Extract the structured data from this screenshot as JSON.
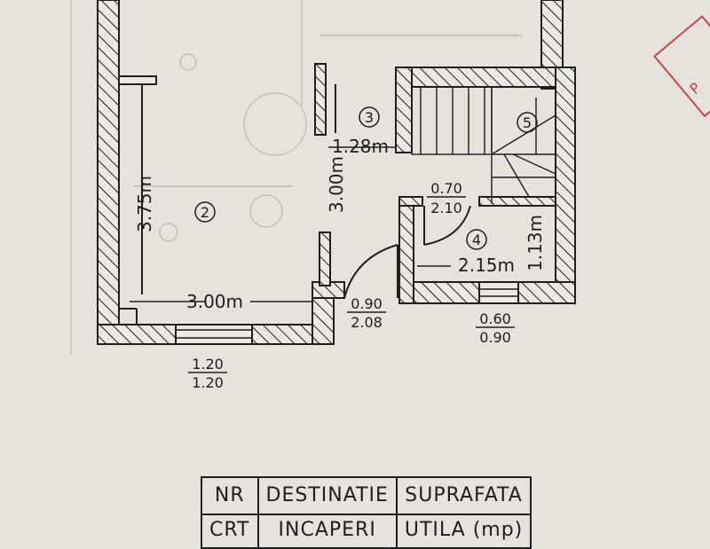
{
  "rooms": [
    {
      "number": "2"
    },
    {
      "number": "3"
    },
    {
      "number": "4"
    },
    {
      "number": "5"
    }
  ],
  "dimensions": {
    "room2_height": "3.75m",
    "room2_width": "3.00m",
    "room3_height": "3.00m",
    "room3_width": "1.28m",
    "room4_width": "2.15m",
    "room4_height": "1.13m"
  },
  "openings": {
    "window_bottom": {
      "width": "1.20",
      "height": "1.20"
    },
    "door_entrance": {
      "width": "0.90",
      "height": "2.08"
    },
    "door_room4": {
      "width": "0.70",
      "height": "2.10"
    },
    "window_room4": {
      "width": "0.60",
      "height": "0.90"
    }
  },
  "table": {
    "headers": [
      "NR",
      "DESTINATIE",
      "SUPRAFATA"
    ],
    "headers_line2": [
      "CRT",
      "INCAPERI",
      "UTILA (mp)"
    ]
  },
  "stamp_text": "P"
}
